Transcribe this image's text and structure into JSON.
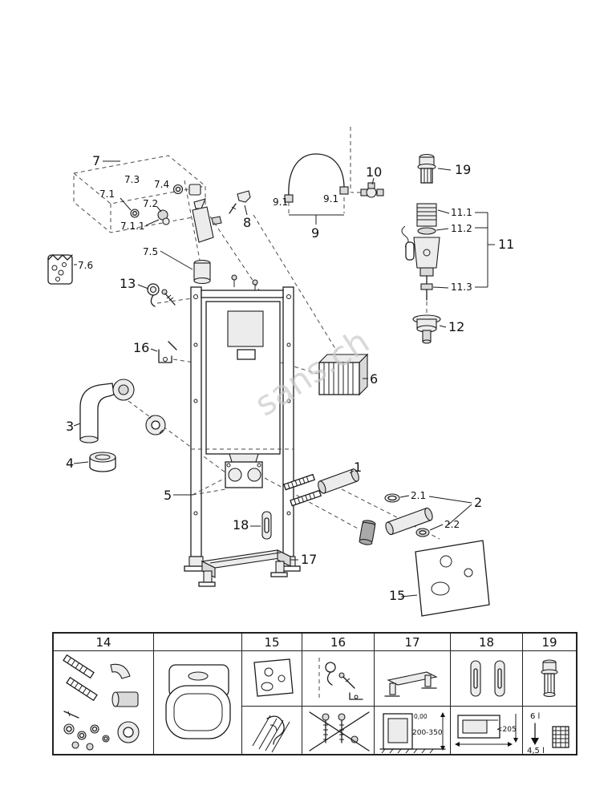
{
  "watermark": "sans.ch",
  "parts": {
    "p1": "1",
    "p2": "2",
    "p2_1": "2.1",
    "p2_2": "2.2",
    "p3": "3",
    "p4": "4",
    "p5": "5",
    "p6": "6",
    "p7": "7",
    "p7_1": "7.1",
    "p7_1_1": "7.1.1",
    "p7_2": "7.2",
    "p7_3": "7.3",
    "p7_4": "7.4",
    "p7_5": "7.5",
    "p7_6": "7.6",
    "p8": "8",
    "p9": "9",
    "p9_1a": "9.1",
    "p9_1b": "9.1",
    "p10": "10",
    "p11": "11",
    "p11_1": "11.1",
    "p11_2": "11.2",
    "p11_3": "11.3",
    "p12": "12",
    "p13": "13",
    "p15": "15",
    "p16": "16",
    "p17": "17",
    "p18": "18",
    "p19": "19"
  },
  "table": {
    "headers": [
      "14",
      "",
      "15",
      "16",
      "17",
      "18",
      "19"
    ],
    "annotations": {
      "floor_level": "0,00",
      "height_range": "200-350",
      "depth_max": "<205",
      "flush_full": "6 l",
      "flush_eco": "4,5 l"
    },
    "icons": {
      "col14": "hardware-set-icon",
      "col_blank": "toilet-seat-icon",
      "col15_top": "insulation-mat-icon",
      "col15_bottom": "no-noise-ear-icon",
      "col16_top": "wall-hook-icon",
      "col16_bottom": "no-extra-screws-icon",
      "col17_top": "support-bracket-icon",
      "col17_bottom": "mounting-height-icon",
      "col18_top": "wall-bracket-icon",
      "col18_bottom": "depth-section-icon",
      "col19_top": "flush-valve-icon",
      "col19_bottom": "flush-volume-icon"
    }
  }
}
